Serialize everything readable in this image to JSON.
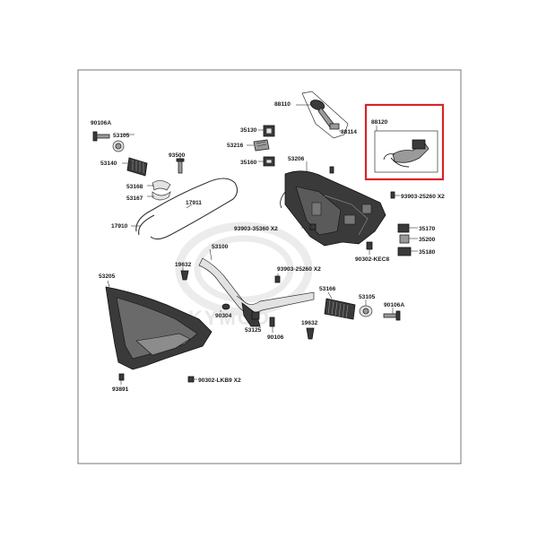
{
  "watermark": "KYMCO",
  "highlight_color": "#d9232a",
  "labels": {
    "p88110": "88110",
    "p88114": "88114",
    "p88120": "88120",
    "p90106A_top": "90106A",
    "p53105_top": "53105",
    "p53140": "53140",
    "p93500": "93500",
    "p53168": "53168",
    "p53167": "53167",
    "p17911": "17911",
    "p17910": "17910",
    "p35130": "35130",
    "p53216": "53216",
    "p35160": "35160",
    "p53206": "53206",
    "p93903_25260_top": "93903-25260 X2",
    "p93903_35360": "93903-35360 X2",
    "p35170": "35170",
    "p35200": "35200",
    "p35180": "35180",
    "p90302_KEC8": "90302-KEC8",
    "p53100": "53100",
    "p19632_left": "19632",
    "p93903_25260_mid": "93903-25260 X2",
    "p53205": "53205",
    "p53166": "53166",
    "p53105_bot": "53105",
    "p90106A_bot": "90106A",
    "p90304": "90304",
    "p19632_right": "19632",
    "p53125": "53125",
    "p90106": "90106",
    "p90302_LKB9": "90302-LKB9 X2",
    "p93891": "93891"
  }
}
